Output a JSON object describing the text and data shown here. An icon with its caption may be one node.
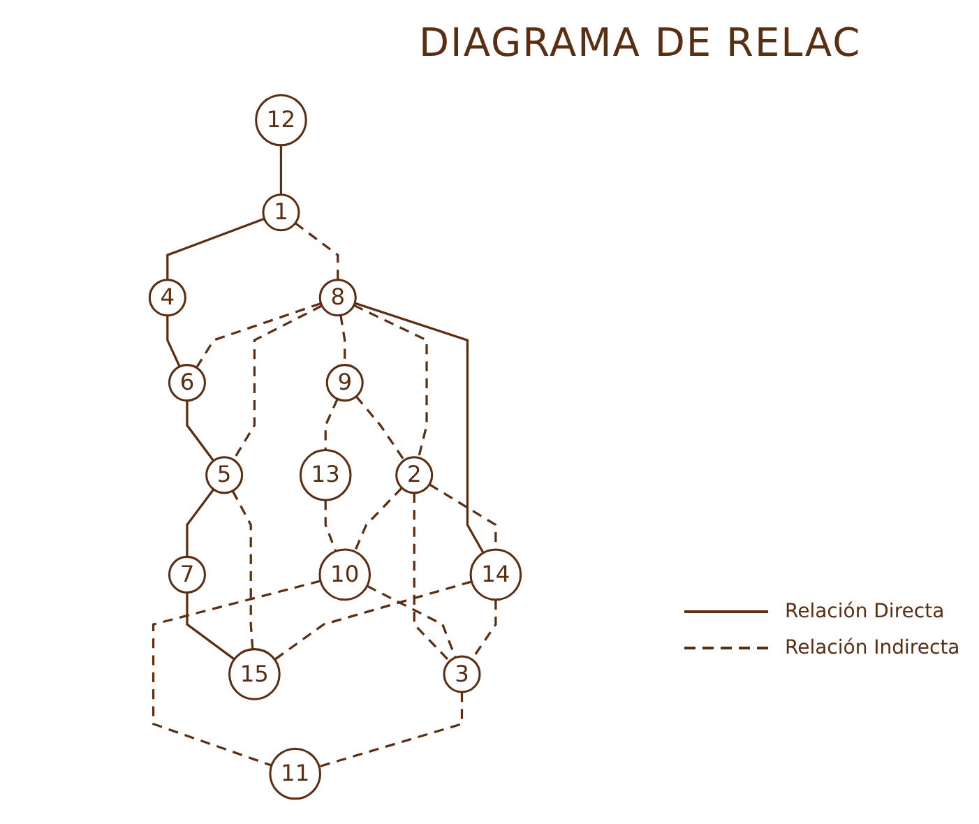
{
  "diagram": {
    "title": "DIAGRAMA DE RELAC",
    "nodes": [
      {
        "text": [
          "12"
        ]
      },
      {
        "text": [
          "1"
        ]
      },
      {
        "text": [
          "9"
        ]
      },
      {
        "text": [
          "13"
        ]
      },
      {
        "text": [
          "4"
        ]
      },
      {
        "text": [
          "8"
        ]
      },
      {
        "text": [
          "2"
        ]
      },
      {
        "text": [
          "10"
        ]
      },
      {
        "text": [
          "6"
        ]
      },
      {
        "text": [
          "5"
        ]
      },
      {
        "text": [
          "14"
        ]
      },
      {
        "text": [
          "3"
        ]
      },
      {
        "text": [
          "11"
        ]
      },
      {
        "text": [
          "7"
        ]
      },
      {
        "text": [
          "15"
        ]
      }
    ],
    "edges": [
      {
        "from": 0,
        "to": 1,
        "arrow": "none"
      },
      {
        "from": 1,
        "to": 4,
        "arrow": "none"
      },
      {
        "from": 4,
        "to": 8,
        "arrow": "none"
      },
      {
        "from": 8,
        "to": 9,
        "arrow": "none"
      },
      {
        "from": 9,
        "to": 13,
        "arrow": "none"
      },
      {
        "from": 13,
        "to": 14,
        "arrow": "none"
      },
      {
        "from": 5,
        "to": 10,
        "arrow": "none"
      },
      {
        "from": 1,
        "to": 5,
        "arrow": "none",
        "style": "dashed"
      },
      {
        "from": 5,
        "to": 2,
        "arrow": "none",
        "style": "dashed"
      },
      {
        "from": 2,
        "to": 3,
        "arrow": "none",
        "style": "dashed"
      },
      {
        "from": 3,
        "to": 7,
        "arrow": "none",
        "style": "dashed"
      },
      {
        "from": 2,
        "to": 6,
        "arrow": "none",
        "style": "dashed"
      },
      {
        "from": 5,
        "to": 6,
        "arrow": "none",
        "style": "dashed"
      },
      {
        "from": 6,
        "to": 7,
        "arrow": "none",
        "style": "dashed"
      },
      {
        "from": 5,
        "to": 8,
        "arrow": "none",
        "style": "dashed"
      },
      {
        "from": 5,
        "to": 9,
        "arrow": "none",
        "style": "dashed"
      },
      {
        "from": 6,
        "to": 10,
        "arrow": "none",
        "style": "dashed"
      },
      {
        "from": 6,
        "to": 11,
        "arrow": "none",
        "style": "dashed"
      },
      {
        "from": 7,
        "to": 11,
        "arrow": "none",
        "style": "dashed"
      },
      {
        "from": 7,
        "to": 12,
        "arrow": "none",
        "style": "dashed"
      },
      {
        "from": 10,
        "to": 11,
        "arrow": "none",
        "style": "dashed"
      },
      {
        "from": 11,
        "to": 12,
        "arrow": "none",
        "style": "dashed"
      },
      {
        "from": 9,
        "to": 14,
        "arrow": "none",
        "style": "dashed"
      },
      {
        "from": 10,
        "to": 14,
        "arrow": "none",
        "style": "dashed"
      }
    ],
    "legend": [
      {
        "text": "Relación Directa"
      },
      {
        "text": "Relación Indirecta"
      }
    ]
  }
}
